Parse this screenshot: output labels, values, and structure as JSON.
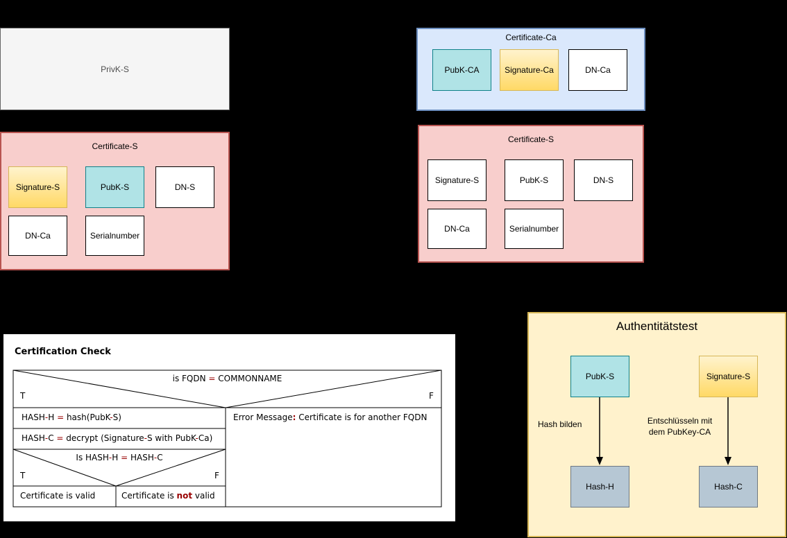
{
  "colors": {
    "background": "#000000",
    "gray_fill": "#f5f5f5",
    "pink_fill": "#f8cecc",
    "pink_border": "#b85450",
    "blue_fill": "#dae8fc",
    "blue_border": "#6c8ebf",
    "teal_fill": "#b0e3e6",
    "teal_border": "#0e8088",
    "yellow_gradient_top": "#fff3cd",
    "yellow_gradient_bottom": "#ffd966",
    "yellow_border": "#d6b656",
    "cream_fill": "#fff2cc",
    "hash_fill": "#b6c7d4",
    "hash_border": "#6e7882",
    "accent_red": "#990000"
  },
  "priv_key": {
    "label": "PrivK-S"
  },
  "certificate_ca": {
    "title": "Certificate-Ca",
    "items": [
      "PubK-CA",
      "Signature-Ca",
      "DN-Ca"
    ]
  },
  "certificate_s_left": {
    "title": "Certificate-S",
    "items": [
      "Signature-S",
      "PubK-S",
      "DN-S",
      "DN-Ca",
      "Serialnumber"
    ]
  },
  "certificate_s_right": {
    "title": "Certificate-S",
    "items": [
      "Signature-S",
      "PubK-S",
      "DN-S",
      "DN-Ca",
      "Serialnumber"
    ]
  },
  "certification_check": {
    "title": "Certification Check",
    "true_label": "T",
    "false_label": "F",
    "cond1": [
      {
        "t": "is FQDN "
      },
      {
        "t": "=",
        "c": "a"
      },
      {
        "t": " COMMONNAME"
      }
    ],
    "hash_h": [
      {
        "t": "HASH"
      },
      {
        "t": "-",
        "c": "a"
      },
      {
        "t": "H "
      },
      {
        "t": "=",
        "c": "a"
      },
      {
        "t": " hash(PubK"
      },
      {
        "t": "-",
        "c": "a"
      },
      {
        "t": "S)"
      }
    ],
    "hash_c": [
      {
        "t": "HASH"
      },
      {
        "t": "-",
        "c": "a"
      },
      {
        "t": "C "
      },
      {
        "t": "=",
        "c": "a"
      },
      {
        "t": " decrypt (Signature"
      },
      {
        "t": "-",
        "c": "a"
      },
      {
        "t": "S with PubK"
      },
      {
        "t": "-",
        "c": "a"
      },
      {
        "t": "Ca)"
      }
    ],
    "cond2": [
      {
        "t": "Is HASH"
      },
      {
        "t": "-",
        "c": "a"
      },
      {
        "t": "H "
      },
      {
        "t": "=",
        "c": "a"
      },
      {
        "t": " HASH"
      },
      {
        "t": "-",
        "c": "a"
      },
      {
        "t": "C"
      }
    ],
    "valid": "Certificate is valid",
    "not_valid": [
      {
        "t": "Certificate is "
      },
      {
        "t": "not",
        "c": "ab"
      },
      {
        "t": " valid"
      }
    ],
    "error": [
      {
        "t": "Error Message"
      },
      {
        "t": ":",
        "c": "ab"
      },
      {
        "t": " Certificate is for another FQDN"
      }
    ]
  },
  "authenticity_test": {
    "title": "Authentitätstest",
    "pubk_s": "PubK-S",
    "signature_s": "Signature-S",
    "hash_h": "Hash-H",
    "hash_c": "Hash-C",
    "arrow1_label": "Hash bilden",
    "arrow2_label_line1": "Entschlüsseln mit",
    "arrow2_label_line2": "dem PubKey-CA"
  }
}
